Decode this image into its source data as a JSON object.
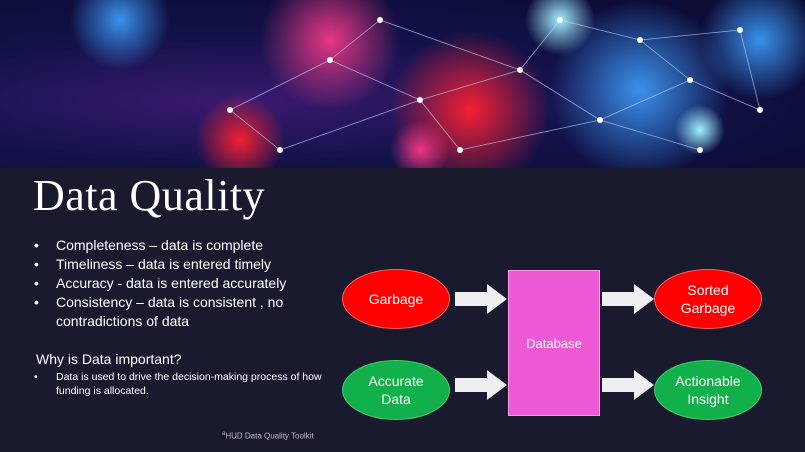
{
  "slide": {
    "title": "Data Quality",
    "bullets": [
      "Completeness – data is complete",
      "Timeliness – data is entered timely",
      "Accuracy  - data is entered accurately",
      "Consistency – data is consistent , no contradictions of data"
    ],
    "why_heading": "Why is Data important?",
    "why_points": [
      "Data is used to drive the decision-making process of how funding is allocated."
    ],
    "source_mark": "a",
    "source_text": "HUD Data Quality Toolkit"
  },
  "diagram": {
    "inputs": [
      {
        "label": "Garbage",
        "color": "#ff0000"
      },
      {
        "label": "Accurate\nData",
        "color": "#12b04a"
      }
    ],
    "center": {
      "label": "Database",
      "color": "#ee5ad6"
    },
    "outputs": [
      {
        "label": "Sorted\nGarbage",
        "color": "#ff0000"
      },
      {
        "label": "Actionable\nInsight",
        "color": "#12b04a"
      }
    ],
    "arrow_color": "#eeeeee"
  }
}
